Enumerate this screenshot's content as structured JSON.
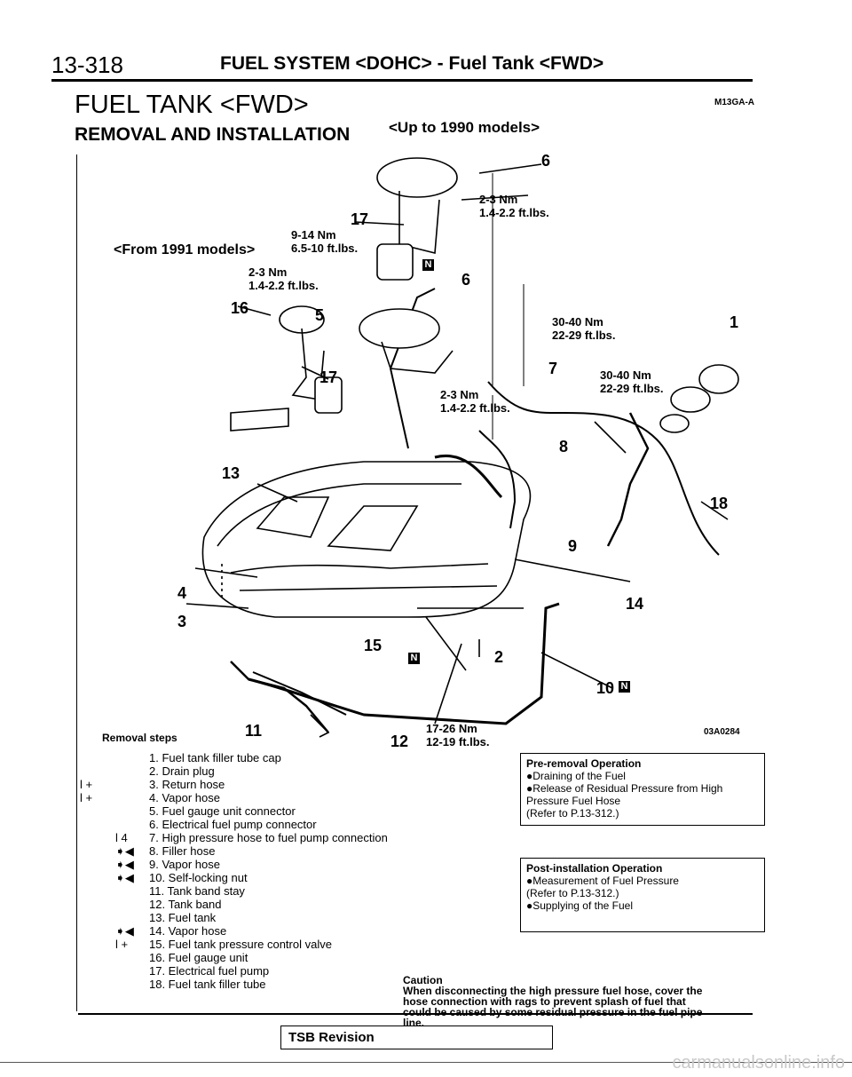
{
  "header": {
    "page_number": "13-318",
    "title": "FUEL SYSTEM <DOHC> - Fuel Tank <FWD>"
  },
  "section": {
    "title": "FUEL TANK <FWD>",
    "code": "M13GA-A",
    "subtitle": "REMOVAL AND INSTALLATION",
    "model_note": "<Up to 1990 models>"
  },
  "diagram": {
    "figure_code": "03A0284",
    "from_models_note": "<From 1991 models>",
    "callouts": [
      "6",
      "17",
      "6",
      "16",
      "5",
      "17",
      "1",
      "7",
      "8",
      "13",
      "18",
      "9",
      "4",
      "14",
      "3",
      "15",
      "2",
      "10",
      "11",
      "12"
    ],
    "torques": [
      {
        "nm": "2-3 Nm",
        "ft": "1.4-2.2 ft.lbs."
      },
      {
        "nm": "9-14 Nm",
        "ft": "6.5-10 ft.lbs."
      },
      {
        "nm": "2-3 Nm",
        "ft": "1.4-2.2 ft.lbs."
      },
      {
        "nm": "30-40 Nm",
        "ft": "22-29 ft.lbs."
      },
      {
        "nm": "30-40 Nm",
        "ft": "22-29 ft.lbs."
      },
      {
        "nm": "2-3 Nm",
        "ft": "1.4-2.2 ft.lbs."
      },
      {
        "nm": "17-26 Nm",
        "ft": "12-19 ft.lbs."
      }
    ],
    "badge": "N"
  },
  "removal": {
    "heading": "Removal steps",
    "steps": [
      {
        "mark": "",
        "text": "1. Fuel tank filler tube cap"
      },
      {
        "mark": "",
        "text": "2. Drain plug"
      },
      {
        "mark": "l  +",
        "text": "3. Return hose"
      },
      {
        "mark": "l  +",
        "text": "4. Vapor hose"
      },
      {
        "mark": "",
        "text": "5. Fuel gauge unit connector"
      },
      {
        "mark": "",
        "text": "6. Electrical fuel pump connector"
      },
      {
        "mark": "l  4",
        "text": "7. High pressure hose to fuel pump connection"
      },
      {
        "mark": "➧◀",
        "text": "8. Filler hose"
      },
      {
        "mark": "➧◀",
        "text": "9. Vapor hose"
      },
      {
        "mark": "➧◀",
        "text": "10. Self-locking nut"
      },
      {
        "mark": "",
        "text": "11. Tank band stay"
      },
      {
        "mark": "",
        "text": "12. Tank band"
      },
      {
        "mark": "",
        "text": "13. Fuel tank"
      },
      {
        "mark": "➧◀",
        "text": "14. Vapor hose"
      },
      {
        "mark": "l  +",
        "text": "15. Fuel tank pressure control valve"
      },
      {
        "mark": "",
        "text": "16. Fuel gauge unit"
      },
      {
        "mark": "",
        "text": "17. Electrical fuel pump"
      },
      {
        "mark": "",
        "text": "18. Fuel tank filler tube"
      }
    ]
  },
  "pre_removal": {
    "heading": "Pre-removal Operation",
    "items": [
      "●Draining of the Fuel",
      "●Release of Residual Pressure from High Pressure Fuel Hose",
      "(Refer to P.13-312.)"
    ]
  },
  "post_installation": {
    "heading": "Post-installation Operation",
    "items": [
      "●Measurement of Fuel Pressure",
      "(Refer to P.13-312.)",
      "●Supplying of the Fuel"
    ]
  },
  "caution": {
    "heading": "Caution",
    "text": "When disconnecting the high pressure fuel hose, cover the hose connection with rags to prevent splash of fuel that could be caused by some residual pressure in the fuel pipe line."
  },
  "footer": {
    "tsb": "TSB Revision",
    "watermark": "carmanualsonline.info"
  }
}
